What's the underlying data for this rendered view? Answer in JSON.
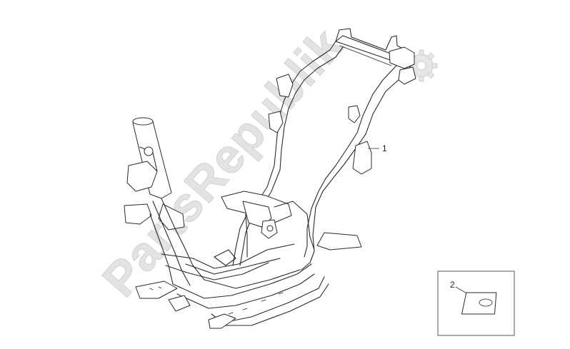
{
  "watermark": {
    "text": "PartsRepublik"
  },
  "callouts": [
    {
      "id": "1",
      "label": "1"
    },
    {
      "id": "2",
      "label": "2"
    }
  ]
}
